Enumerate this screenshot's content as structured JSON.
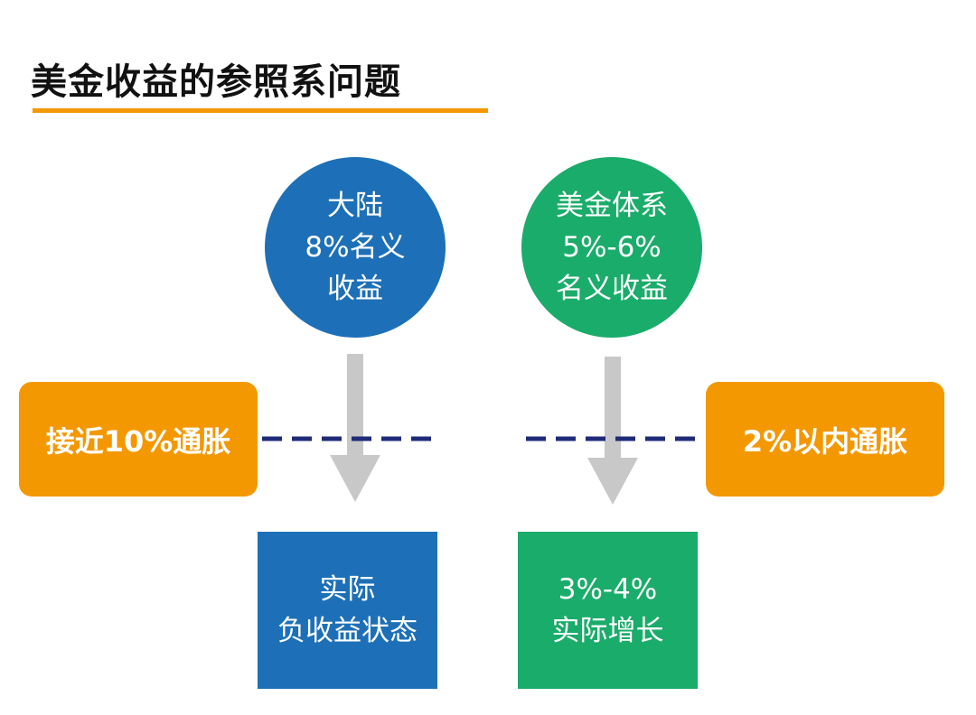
{
  "title": "美金收益的参照系问题",
  "colors": {
    "accent_orange": "#f39800",
    "blue": "#1d70b7",
    "green": "#1aac6a",
    "arrow_gray": "#c8c8c8",
    "dash_navy": "#1f2a78"
  },
  "left_circle": {
    "lines": [
      "大陆",
      "8%名义",
      "收益"
    ]
  },
  "right_circle": {
    "lines": [
      "美金体系",
      "5%-6%",
      "名义收益"
    ]
  },
  "left_inflation": {
    "label": "接近10%通胀"
  },
  "right_inflation": {
    "label": "2%以内通胀"
  },
  "left_result": {
    "lines": [
      "实际",
      "负收益状态"
    ]
  },
  "right_result": {
    "lines": [
      "3%-4%",
      "实际增长"
    ]
  }
}
